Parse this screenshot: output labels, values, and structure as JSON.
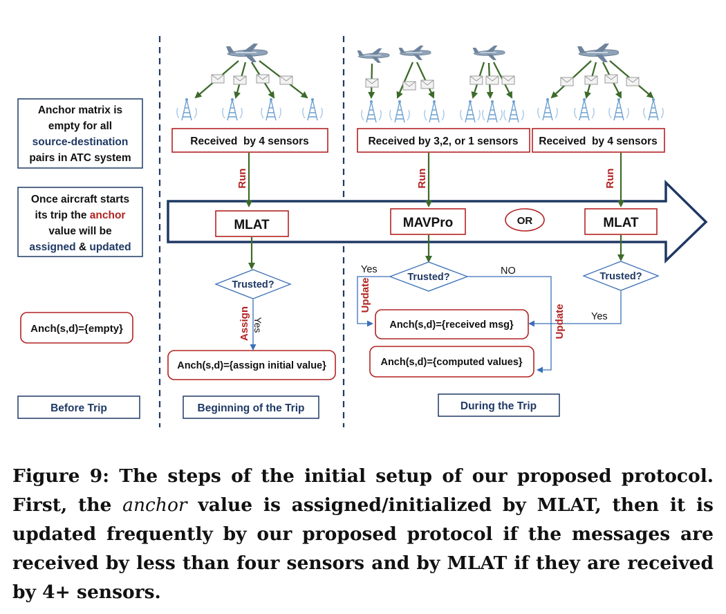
{
  "colors": {
    "navy": "#1f3864",
    "red": "#b22222",
    "green": "#3c6a2a",
    "blue": "#3a6fb8",
    "dark": "#111111"
  },
  "diagram": {
    "left_notes": {
      "note1": [
        "Anchor matrix is",
        "empty for all",
        "source-destination",
        "pairs in ATC system"
      ],
      "note2_line1": "Once aircraft starts",
      "note2_line2_a": "its trip the ",
      "note2_line2_b": "anchor",
      "note2_line3": "value will be",
      "note2_line4_a": "assigned",
      "note2_line4_b": " & ",
      "note2_line4_c": "updated",
      "empty": "Anch(s,d)={empty}"
    },
    "sensor_boxes": {
      "s1": "Received  by 4 sensors",
      "s2": "Received by 3,2, or 1 sensors",
      "s3": "Received  by 4 sensors"
    },
    "run_label": "Run",
    "processors": {
      "mlat1": "MLAT",
      "mavpro": "MAVPro",
      "or": "OR",
      "mlat2": "MLAT"
    },
    "decisions": {
      "d1": "Trusted?",
      "d2": "Trusted?",
      "d3": "Trusted?"
    },
    "edge_labels": {
      "assign": "Assign",
      "update": "Update",
      "yes": "Yes",
      "no": "NO"
    },
    "results": {
      "assign_initial": "Anch(s,d)={assign initial value}",
      "received_msg": "Anch(s,d)={received msg}",
      "computed_values": "Anch(s,d)={computed values}"
    },
    "phases": {
      "before": "Before Trip",
      "beginning": "Beginning of the Trip",
      "during": "During the Trip"
    },
    "icons": {
      "aircraft": "airplane-icon",
      "message": "envelope-icon",
      "sensor": "antenna-tower-icon"
    }
  },
  "caption": {
    "part1": "Figure 9: The steps of the initial setup of our proposed protocol. First, the ",
    "italic": "anchor",
    "part2": " value is assigned/initialized by MLAT, then it is updated frequently by our proposed protocol if the messages are received by less than four sensors and by MLAT if they are received by 4+ sensors."
  }
}
